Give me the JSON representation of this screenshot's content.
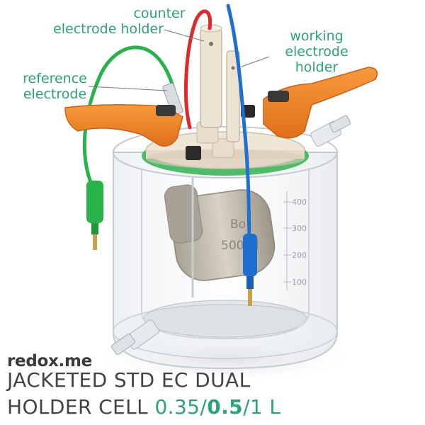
{
  "callouts": {
    "counter_line1": "counter",
    "counter_line2": "electrode holder",
    "working_line1": "working",
    "working_line2": "electrode",
    "working_line3": "holder",
    "reference_line1": "reference",
    "reference_line2": "electrode"
  },
  "brand": {
    "logo": "redox.me"
  },
  "product": {
    "title_line1": "JACKETED STD EC DUAL",
    "title_line2_prefix": "HOLDER CELL ",
    "size_small": "0.35",
    "sep1": "/",
    "size_selected": "0.5",
    "sep2": "/",
    "size_large": "1 L"
  },
  "scale": {
    "ticks": [
      "400",
      "300",
      "200",
      "100"
    ]
  },
  "bottle": {
    "line1": "Bo",
    "line2": "500ml"
  },
  "colors": {
    "accent": "#2aa37a",
    "orange": "#ef7d22",
    "blue": "#1f6fd0",
    "green": "#27b24a",
    "red": "#e02a2a"
  }
}
